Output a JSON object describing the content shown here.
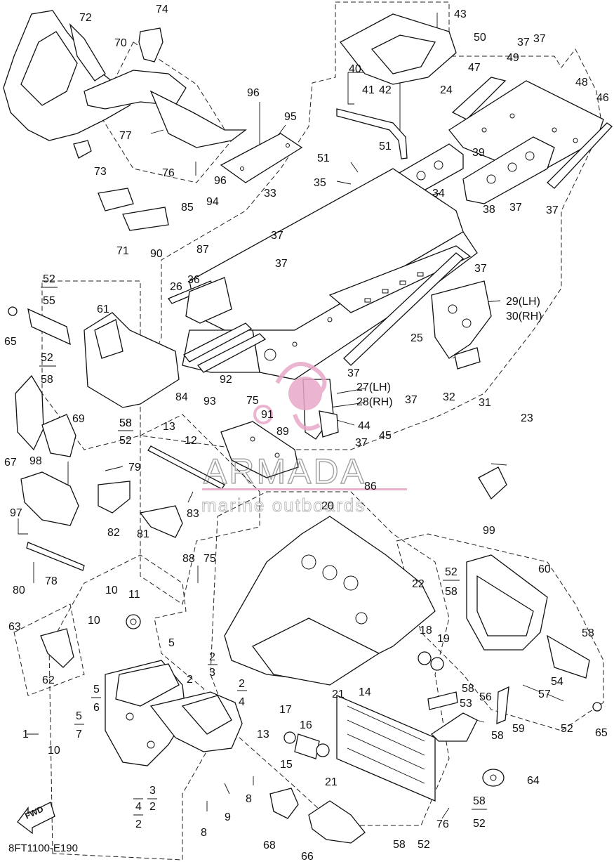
{
  "diagram": {
    "reference_code": "8FT1100-E190",
    "fwd_label": "FWD",
    "watermark": {
      "name": "ARMADA",
      "tagline": "marine outboards",
      "accent_color": "#e8a8c8"
    },
    "callouts": {
      "c1": "1",
      "c2a": "2",
      "c2b": "2",
      "c2c": "2",
      "c2d": "2",
      "c2e": "2",
      "c3a": "3",
      "c3b": "3",
      "c4a": "4",
      "c4b": "4",
      "c5a": "5",
      "c5b": "5",
      "c5c": "5",
      "c6": "6",
      "c7": "7",
      "c8a": "8",
      "c8b": "8",
      "c9": "9",
      "c10a": "10",
      "c10b": "10",
      "c10c": "10",
      "c11": "11",
      "c12": "12",
      "c13a": "13",
      "c13b": "13",
      "c14": "14",
      "c15": "15",
      "c16": "16",
      "c17": "17",
      "c18": "18",
      "c19": "19",
      "c20": "20",
      "c21a": "21",
      "c21b": "21",
      "c22": "22",
      "c23": "23",
      "c24": "24",
      "c25": "25",
      "c26": "26",
      "c27": "27(LH)",
      "c28": "28(RH)",
      "c29": "29(LH)",
      "c30": "30(RH)",
      "c31": "31",
      "c32": "32",
      "c33": "33",
      "c34": "34",
      "c35": "35",
      "c36": "36",
      "c37a": "37",
      "c37b": "37",
      "c37c": "37",
      "c37d": "37",
      "c37e": "37",
      "c37f": "37",
      "c37g": "37",
      "c37h": "37",
      "c37i": "37",
      "c37j": "37",
      "c38": "38",
      "c39": "39",
      "c40": "40",
      "c41": "41",
      "c42": "42",
      "c43": "43",
      "c44": "44",
      "c45": "45",
      "c46": "46",
      "c47": "47",
      "c48": "48",
      "c49": "49",
      "c50": "50",
      "c51a": "51",
      "c51b": "51",
      "c52a": "52",
      "c52b": "52",
      "c52c": "52",
      "c52d": "52",
      "c52e": "52",
      "c52f": "52",
      "c52g": "52",
      "c53": "53",
      "c54": "54",
      "c55": "55",
      "c56": "56",
      "c57": "57",
      "c58a": "58",
      "c58b": "58",
      "c58c": "58",
      "c58d": "58",
      "c58e": "58",
      "c58f": "58",
      "c58g": "58",
      "c58h": "58",
      "c58i": "58",
      "c59": "59",
      "c60": "60",
      "c61": "61",
      "c62": "62",
      "c63": "63",
      "c64": "64",
      "c65a": "65",
      "c65b": "65",
      "c66": "66",
      "c67": "67",
      "c68": "68",
      "c69": "69",
      "c70": "70",
      "c71": "71",
      "c72": "72",
      "c73": "73",
      "c74": "74",
      "c75a": "75",
      "c75b": "75",
      "c76a": "76",
      "c76b": "76",
      "c77": "77",
      "c78": "78",
      "c79": "79",
      "c80": "80",
      "c81": "81",
      "c82": "82",
      "c83": "83",
      "c84": "84",
      "c85": "85",
      "c86": "86",
      "c87": "87",
      "c88": "88",
      "c89": "89",
      "c90": "90",
      "c91": "91",
      "c92": "92",
      "c93": "93",
      "c94": "94",
      "c95": "95",
      "c96a": "96",
      "c96b": "96",
      "c97": "97",
      "c98": "98",
      "c99": "99"
    }
  }
}
